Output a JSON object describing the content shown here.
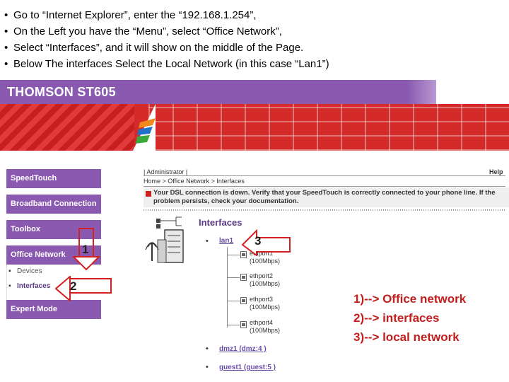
{
  "instructions": [
    "Go to “Internet Explorer”, enter the “192.168.1.254”,",
    "On the Left you have the “Menu”, select “Office Network”,",
    "Select “Interfaces”, and it will show on the middle of the Page.",
    "Below The interfaces Select the Local Network (in this case “Lan1”)"
  ],
  "header": {
    "title": "THOMSON ST605"
  },
  "sidebar": {
    "items": [
      {
        "label": "SpeedTouch"
      },
      {
        "label": "Broadband Connection"
      },
      {
        "label": "Toolbox"
      },
      {
        "label": "Office Network"
      },
      {
        "label": "Expert Mode"
      }
    ],
    "subitems": [
      {
        "label": "Devices"
      },
      {
        "label": "Interfaces"
      }
    ]
  },
  "topbar": {
    "user": "| Administrator |",
    "help": "Help"
  },
  "breadcrumb": "Home > Office Network > Interfaces",
  "alert": "Your DSL connection is down. Verify that your SpeedTouch is correctly connected to your phone line. If the problem persists, check your documentation.",
  "interfaces": {
    "title": "Interfaces",
    "lan": "lan1",
    "ports": [
      {
        "name": "ethport1",
        "speed": "(100Mbps)"
      },
      {
        "name": "ethport2",
        "speed": "(100Mbps)"
      },
      {
        "name": "ethport3",
        "speed": "(100Mbps)"
      },
      {
        "name": "ethport4",
        "speed": "(100Mbps)"
      }
    ],
    "dmz": "dmz1 (dmz:4 )",
    "guest": "guest1 (guest:5 )"
  },
  "steps": {
    "one": "1",
    "two": "2",
    "three": "3"
  },
  "legend": [
    "1)--> Office network",
    "2)--> interfaces",
    "3)--> local network"
  ],
  "colors": {
    "purple": "#8a5ab0",
    "red": "#d42a2a",
    "annotation": "#c31e1e"
  }
}
